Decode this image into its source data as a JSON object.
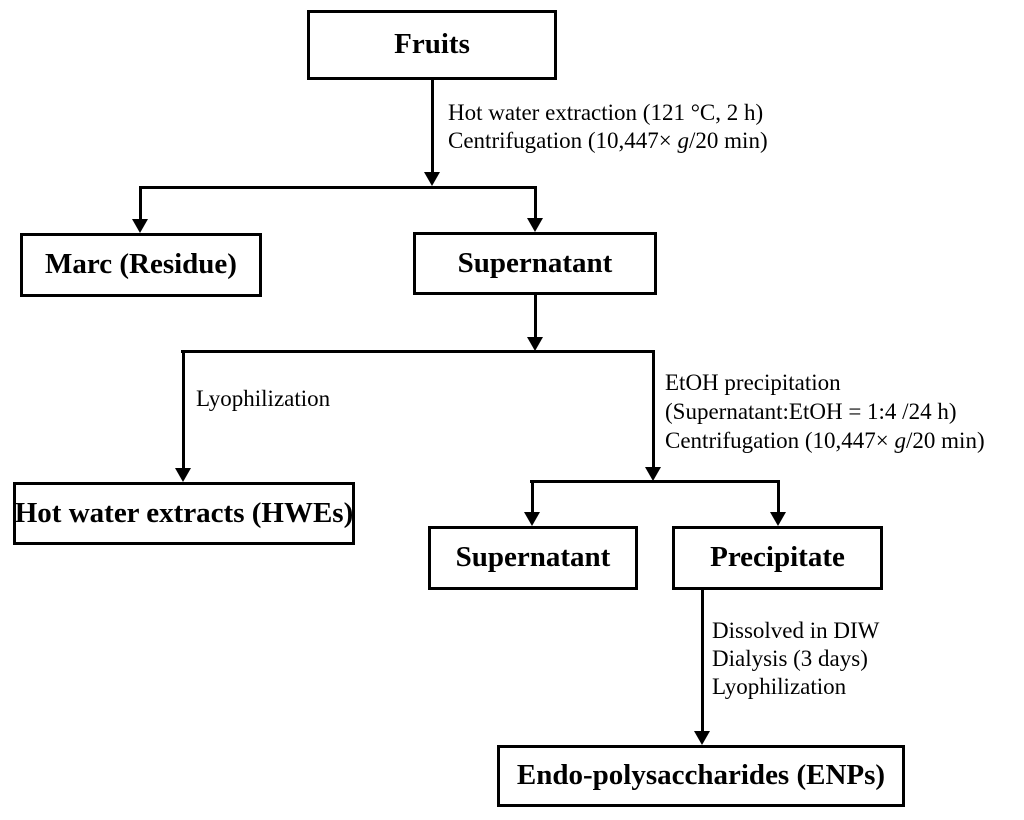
{
  "page": {
    "background_color": "#ffffff",
    "line_color": "#000000",
    "text_color": "#000000"
  },
  "nodes": {
    "fruits": {
      "label": "Fruits"
    },
    "marc": {
      "label": "Marc (Residue)"
    },
    "supernatant_1": {
      "label": "Supernatant"
    },
    "hwe": {
      "label": "Hot water extracts (HWEs)"
    },
    "supernatant_2": {
      "label": "Supernatant"
    },
    "precipitate": {
      "label": "Precipitate"
    },
    "enp": {
      "label": "Endo-polysaccharides (ENPs)"
    }
  },
  "edge_labels": {
    "extraction": {
      "line1": "Hot water extraction (121 °C, 2 h)",
      "line2_prefix": "Centrifugation (10,447× ",
      "line2_italic": "g",
      "line2_suffix": "/20 min)"
    },
    "lyophilization": "Lyophilization",
    "etoh": {
      "line1": "EtOH precipitation",
      "line2": "(Supernatant:EtOH = 1:4 /24 h)",
      "line3_prefix": "Centrifugation (10,447× ",
      "line3_italic": "g",
      "line3_suffix": "/20 min)"
    },
    "enp_steps": {
      "line1": "Dissolved in DIW",
      "line2": "Dialysis (3 days)",
      "line3": "Lyophilization"
    }
  }
}
